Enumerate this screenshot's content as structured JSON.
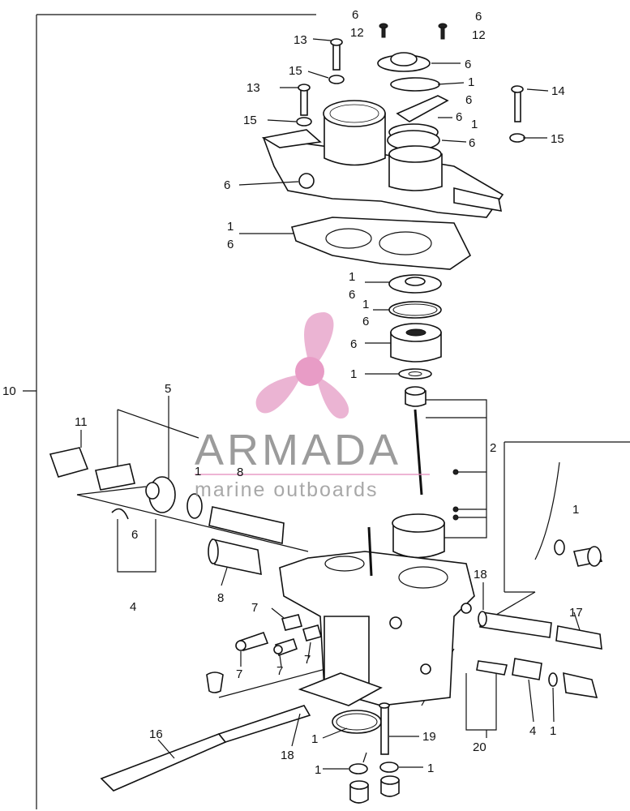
{
  "watermark": {
    "brand": "ARMADA",
    "tagline": "marine outboards",
    "accent_color": "#e58bbd",
    "text_color": "#8a8a8a",
    "icon": "propeller-logo-icon"
  },
  "callouts": [
    {
      "id": "c6a",
      "text": "6"
    },
    {
      "id": "c12a",
      "text": "12"
    },
    {
      "id": "c6b",
      "text": "6"
    },
    {
      "id": "c12b",
      "text": "12"
    },
    {
      "id": "c13a",
      "text": "13"
    },
    {
      "id": "c6c",
      "text": "6"
    },
    {
      "id": "c15a",
      "text": "15"
    },
    {
      "id": "c1a",
      "text": "1"
    },
    {
      "id": "c13b",
      "text": "13"
    },
    {
      "id": "c14",
      "text": "14"
    },
    {
      "id": "c6d",
      "text": "6"
    },
    {
      "id": "c6e",
      "text": "6"
    },
    {
      "id": "c15b",
      "text": "15"
    },
    {
      "id": "c1b",
      "text": "1"
    },
    {
      "id": "c6f",
      "text": "6"
    },
    {
      "id": "c15c",
      "text": "15"
    },
    {
      "id": "c6g",
      "text": "6"
    },
    {
      "id": "c1c",
      "text": "1"
    },
    {
      "id": "c6h",
      "text": "6"
    },
    {
      "id": "c1d",
      "text": "1"
    },
    {
      "id": "c6i",
      "text": "6"
    },
    {
      "id": "c1e",
      "text": "1"
    },
    {
      "id": "c6j",
      "text": "6"
    },
    {
      "id": "c6k",
      "text": "6"
    },
    {
      "id": "c1f",
      "text": "1"
    },
    {
      "id": "c10",
      "text": "10"
    },
    {
      "id": "c5",
      "text": "5"
    },
    {
      "id": "c11",
      "text": "11"
    },
    {
      "id": "c2",
      "text": "2"
    },
    {
      "id": "c1g",
      "text": "1"
    },
    {
      "id": "c8a",
      "text": "8"
    },
    {
      "id": "c6l",
      "text": "6"
    },
    {
      "id": "c4a",
      "text": "4"
    },
    {
      "id": "c8b",
      "text": "8"
    },
    {
      "id": "c1h",
      "text": "1"
    },
    {
      "id": "c18a",
      "text": "18"
    },
    {
      "id": "c7a",
      "text": "7"
    },
    {
      "id": "c17",
      "text": "17"
    },
    {
      "id": "c7b",
      "text": "7"
    },
    {
      "id": "c7c",
      "text": "7"
    },
    {
      "id": "c7d",
      "text": "7"
    },
    {
      "id": "c4b",
      "text": "4"
    },
    {
      "id": "c1i",
      "text": "1"
    },
    {
      "id": "c16",
      "text": "16"
    },
    {
      "id": "c1j",
      "text": "1"
    },
    {
      "id": "c19",
      "text": "19"
    },
    {
      "id": "c18b",
      "text": "18"
    },
    {
      "id": "c20",
      "text": "20"
    },
    {
      "id": "c1k",
      "text": "1"
    },
    {
      "id": "c1l",
      "text": "1"
    }
  ]
}
